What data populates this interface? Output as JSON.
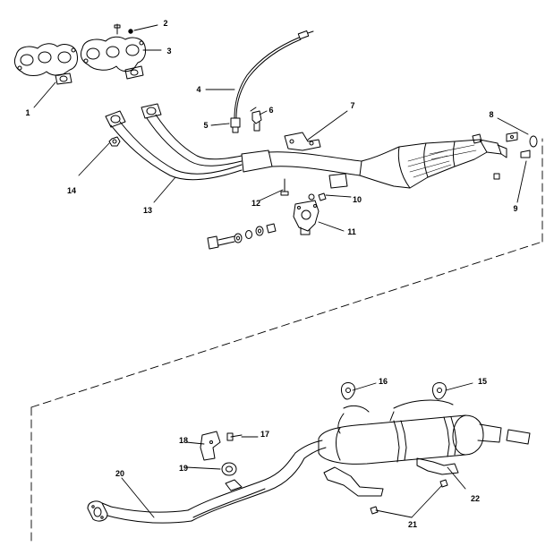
{
  "diagram": {
    "callouts": [
      {
        "id": "1",
        "text": "1"
      },
      {
        "id": "2",
        "text": "2"
      },
      {
        "id": "3",
        "text": "3"
      },
      {
        "id": "4",
        "text": "4"
      },
      {
        "id": "5",
        "text": "5"
      },
      {
        "id": "6",
        "text": "6"
      },
      {
        "id": "7",
        "text": "7"
      },
      {
        "id": "8",
        "text": "8"
      },
      {
        "id": "9",
        "text": "9"
      },
      {
        "id": "10",
        "text": "10"
      },
      {
        "id": "11",
        "text": "11"
      },
      {
        "id": "12",
        "text": "12"
      },
      {
        "id": "13",
        "text": "13"
      },
      {
        "id": "14",
        "text": "14"
      },
      {
        "id": "15",
        "text": "15"
      },
      {
        "id": "16",
        "text": "16"
      },
      {
        "id": "17",
        "text": "17"
      },
      {
        "id": "18",
        "text": "18"
      },
      {
        "id": "19",
        "text": "19"
      },
      {
        "id": "20",
        "text": "20"
      },
      {
        "id": "21",
        "text": "21"
      },
      {
        "id": "22",
        "text": "22"
      }
    ],
    "line_color": "#000000",
    "background": "#ffffff"
  }
}
